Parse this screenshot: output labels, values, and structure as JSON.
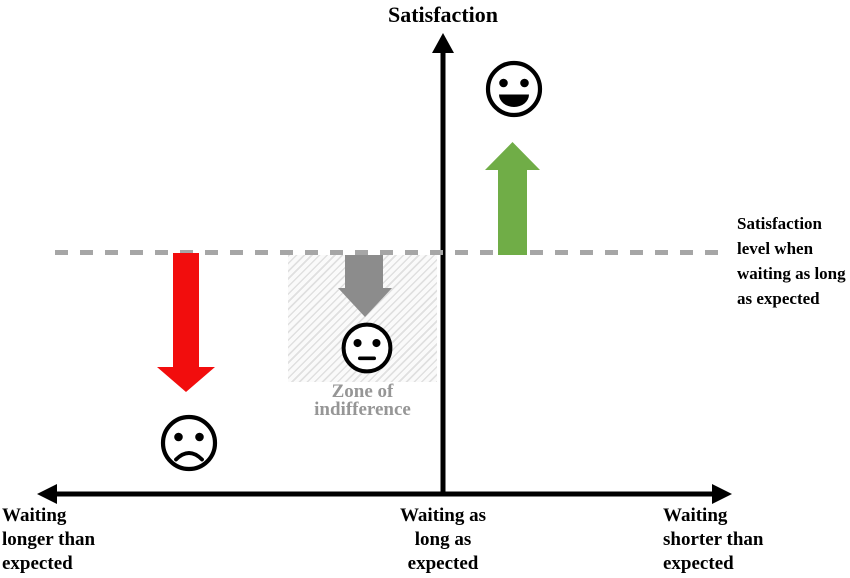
{
  "diagram": {
    "title": "Satisfaction",
    "x_axis": {
      "left_label": "Waiting\nlonger than\nexpected",
      "center_label": "Waiting as\nlong as\nexpected",
      "right_label": "Waiting\nshorter than\nexpected"
    },
    "reference_line": {
      "label": "Satisfaction\nlevel when\nwaiting as long\nas expected",
      "color": "#a6a6a6"
    },
    "zone_of_indifference": {
      "label": "Zone of\nindifference",
      "text_color": "#969696"
    },
    "arrows": {
      "negative": {
        "icon": "red-down-arrow-icon",
        "color": "#f20d0d"
      },
      "neutral": {
        "icon": "gray-down-arrow-icon",
        "color": "#8c8c8c"
      },
      "positive": {
        "icon": "green-up-arrow-icon",
        "color": "#70ad47"
      }
    },
    "axis_color": "#000000"
  }
}
